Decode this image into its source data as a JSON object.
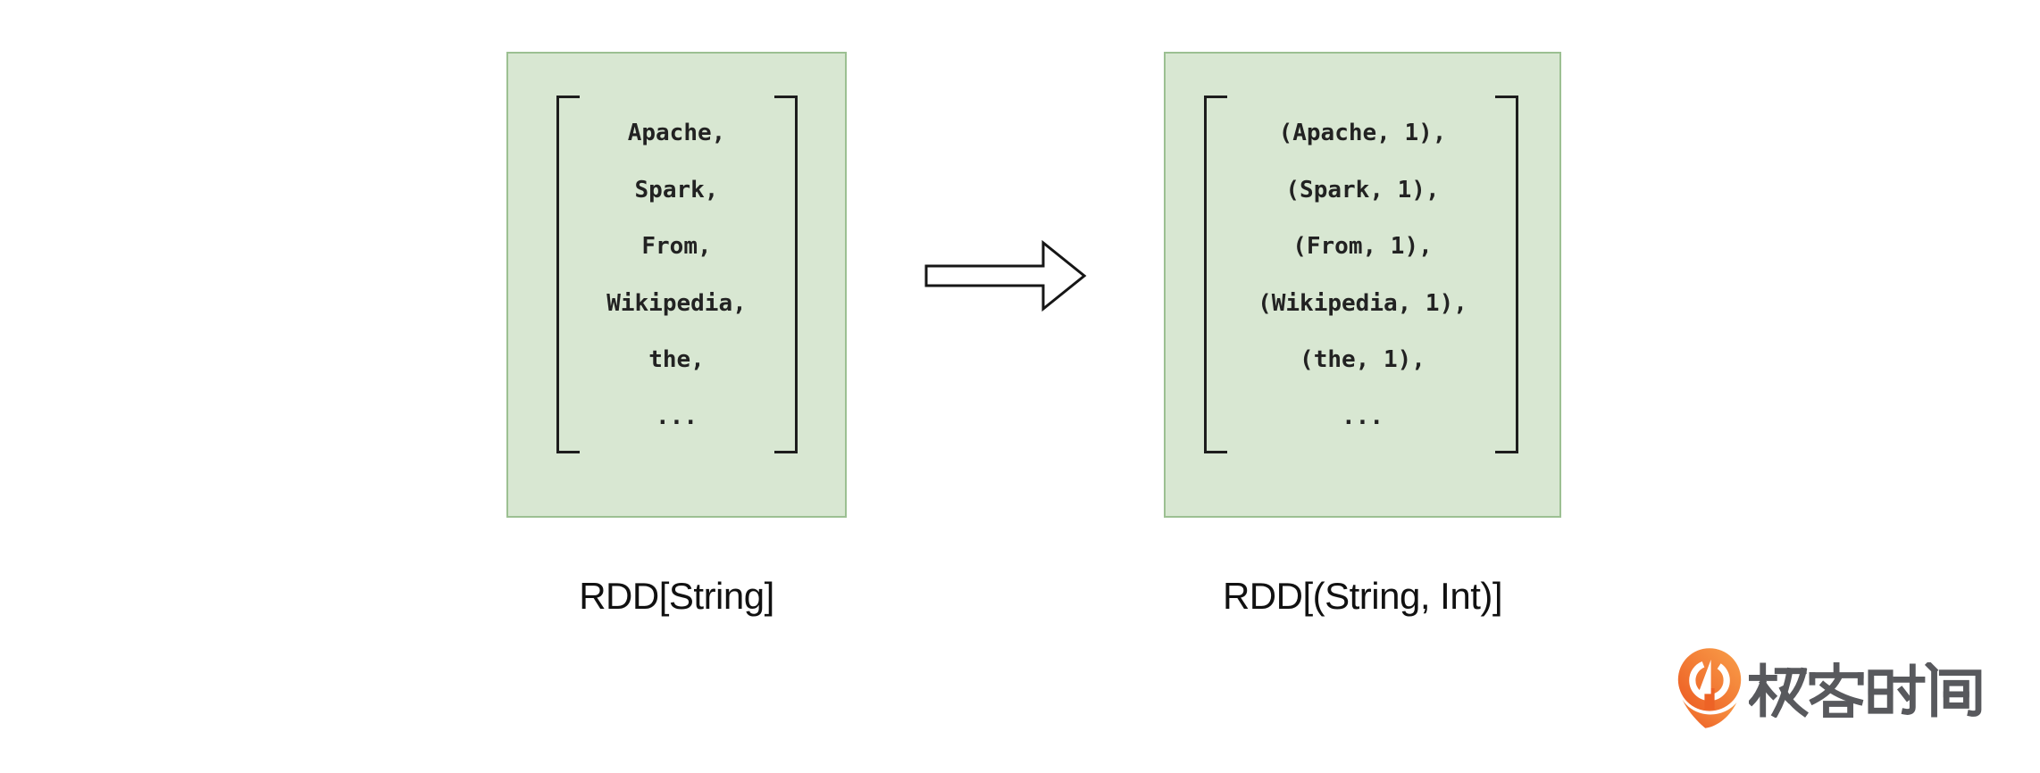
{
  "diagram": {
    "left_box": {
      "label": "RDD[String]",
      "lines": [
        "Apache,",
        "Spark,",
        "From,",
        "Wikipedia,",
        "the,",
        "..."
      ]
    },
    "right_box": {
      "label": "RDD[(String, Int)]",
      "lines": [
        "(Apache, 1),",
        "(Spark, 1),",
        "(From, 1),",
        "(Wikipedia, 1),",
        "(the, 1),",
        "..."
      ]
    }
  },
  "icons": {
    "arrow": "right-arrow",
    "logo_mark": "geektime-pin"
  },
  "branding": {
    "logo_text": "极客时间"
  },
  "colors": {
    "background": "#ffffff",
    "box_fill": "#d8e7d2",
    "box_border": "#9cc092",
    "bracket": "#1d1d1d",
    "box_text": "#222222",
    "label_text": "#111111",
    "arrow_stroke": "#161616",
    "arrow_fill": "#ffffff",
    "logo_orange_light": "#f9a04a",
    "logo_orange_dark": "#ec5a22",
    "logo_text_color": "#58595d"
  }
}
